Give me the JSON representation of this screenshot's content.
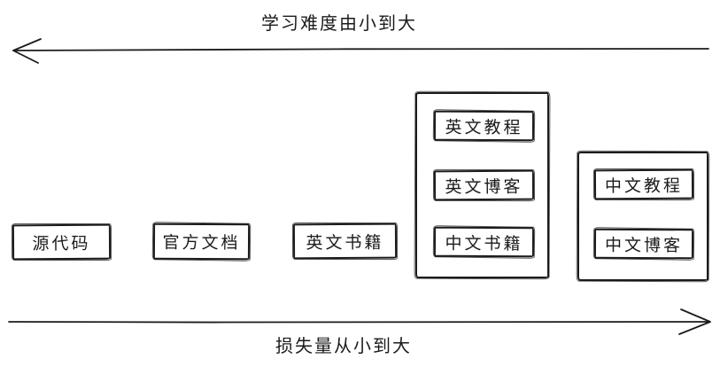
{
  "diagram": {
    "top_axis": {
      "label": "学习难度由小到大",
      "arrow_direction": "left"
    },
    "bottom_axis": {
      "label": "损失量从小到大",
      "arrow_direction": "right"
    },
    "boxes": [
      {
        "label": "源代码"
      },
      {
        "label": "官方文档"
      },
      {
        "label": "英文书籍"
      }
    ],
    "groups": [
      {
        "items": [
          {
            "label": "英文教程"
          },
          {
            "label": "英文博客"
          },
          {
            "label": "中文书籍"
          }
        ]
      },
      {
        "items": [
          {
            "label": "中文教程"
          },
          {
            "label": "中文博客"
          }
        ]
      }
    ],
    "colors": {
      "stroke": "#1b1b1b",
      "background": "#ffffff"
    }
  }
}
